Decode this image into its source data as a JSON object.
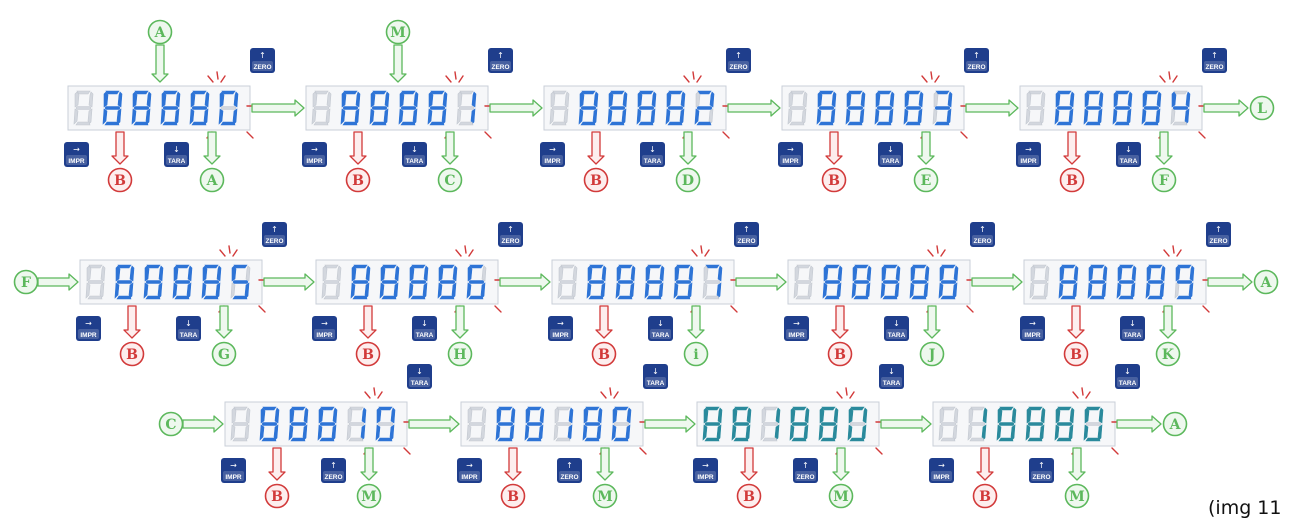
{
  "caption": "(img 11",
  "colors": {
    "green": "#5cb85c",
    "green_fill": "#eef8ee",
    "red": "#d23a3a",
    "red_fill": "#fdeeee",
    "lcd_on": "#2e74d6",
    "lcd_on_teal": "#2a8a9c",
    "lcd_off": "#d3d7de",
    "lcd_bg": "#f6f7f9",
    "key_blue": "#1f3e8c"
  },
  "keys": {
    "zero": {
      "label": "ZERO",
      "glyph": "↑"
    },
    "tara": {
      "label": "TARA",
      "glyph": "↓"
    },
    "impr": {
      "label": "IMPR",
      "glyph": "→"
    }
  },
  "rows": [
    {
      "cards": [
        {
          "display": " 88880",
          "top_label": "A",
          "top_key": "zero",
          "left_key": "impr",
          "left_label": "B",
          "right_key": "tara",
          "right_label": "A"
        },
        {
          "display": " 88881",
          "top_label": "M",
          "top_key": "zero",
          "left_key": "impr",
          "left_label": "B",
          "right_key": "tara",
          "right_label": "C"
        },
        {
          "display": " 88882",
          "top_key": "zero",
          "left_key": "impr",
          "left_label": "B",
          "right_key": "tara",
          "right_label": "D"
        },
        {
          "display": " 88883",
          "top_key": "zero",
          "left_key": "impr",
          "left_label": "B",
          "right_key": "tara",
          "right_label": "E"
        },
        {
          "display": " 88884",
          "top_key": "zero",
          "left_key": "impr",
          "left_label": "B",
          "right_key": "tara",
          "right_label": "F",
          "exit_label": "L"
        }
      ]
    },
    {
      "entry_label": "F",
      "cards": [
        {
          "display": " 88885",
          "top_key": "zero",
          "left_key": "impr",
          "left_label": "B",
          "right_key": "tara",
          "right_label": "G"
        },
        {
          "display": " 88886",
          "top_key": "zero",
          "left_key": "impr",
          "left_label": "B",
          "right_key": "tara",
          "right_label": "H"
        },
        {
          "display": " 88887",
          "top_key": "zero",
          "left_key": "impr",
          "left_label": "B",
          "right_key": "tara",
          "right_label": "i"
        },
        {
          "display": " 88888",
          "top_key": "zero",
          "left_key": "impr",
          "left_label": "B",
          "right_key": "tara",
          "right_label": "J"
        },
        {
          "display": " 88889",
          "top_key": "zero",
          "left_key": "impr",
          "left_label": "B",
          "right_key": "tara",
          "right_label": "K",
          "exit_label": "A"
        }
      ]
    },
    {
      "entry_label": "C",
      "cards": [
        {
          "display": " 88810",
          "top_key": "tara",
          "left_key": "impr",
          "left_label": "B",
          "right_key": "zero",
          "right_label": "M"
        },
        {
          "display": " 88180",
          "top_key": "tara",
          "left_key": "impr",
          "left_label": "B",
          "right_key": "zero",
          "right_label": "M"
        },
        {
          "display": "881880",
          "top_key": "tara",
          "left_key": "impr",
          "left_label": "B",
          "right_key": "zero",
          "right_label": "M"
        },
        {
          "display": " 18880",
          "top_key": "tara",
          "left_key": "impr",
          "left_label": "B",
          "right_key": "zero",
          "right_label": "M",
          "exit_label": "A"
        }
      ]
    }
  ]
}
